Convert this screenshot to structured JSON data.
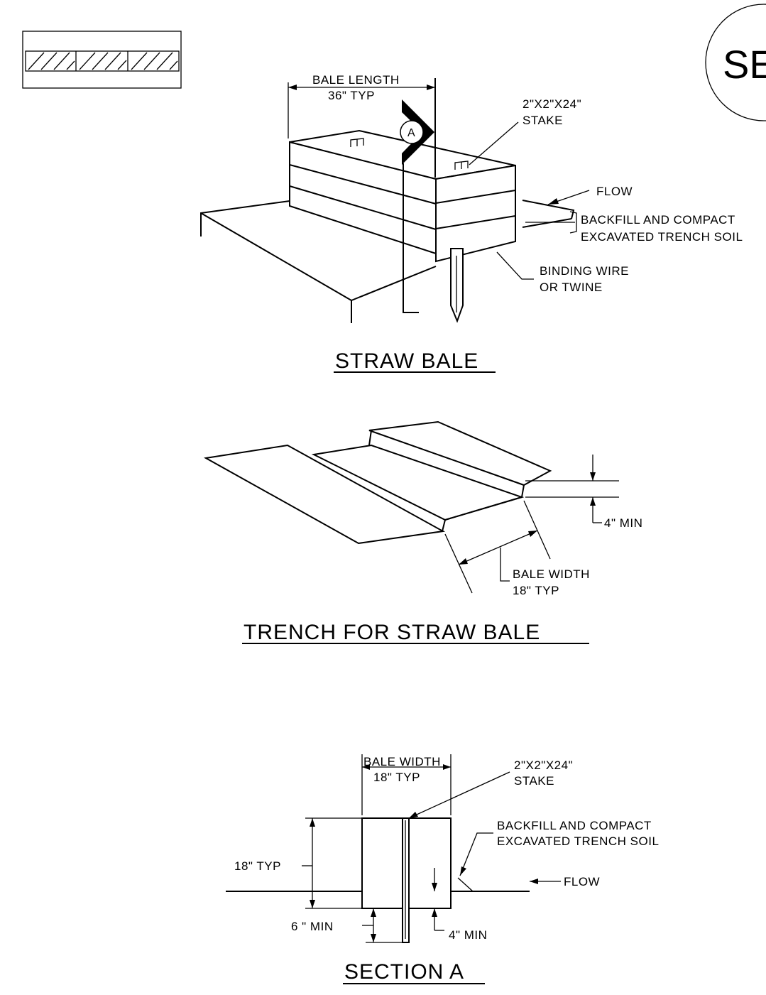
{
  "badge": {
    "text": "SE"
  },
  "straw_bale": {
    "title": "STRAW BALE",
    "bale_length": {
      "line1": "BALE LENGTH",
      "line2": "36\" TYP"
    },
    "section_marker": "A",
    "stake": {
      "line1": "2\"X2\"X24\"",
      "line2": "STAKE"
    },
    "flow": "FLOW",
    "backfill": {
      "line1": "BACKFILL AND COMPACT",
      "line2": "EXCAVATED TRENCH SOIL"
    },
    "binding": {
      "line1": "BINDING WIRE",
      "line2": "OR TWINE"
    }
  },
  "trench": {
    "title": "TRENCH FOR STRAW BALE",
    "depth": "4\" MIN",
    "bale_width": {
      "line1": "BALE WIDTH",
      "line2": "18\" TYP"
    }
  },
  "section_a": {
    "title": "SECTION A",
    "bale_width": {
      "line1": "BALE WIDTH",
      "line2": "18\" TYP"
    },
    "stake": {
      "line1": "2\"X2\"X24\"",
      "line2": "STAKE"
    },
    "backfill": {
      "line1": "BACKFILL AND COMPACT",
      "line2": "EXCAVATED TRENCH SOIL"
    },
    "height": "18\" TYP",
    "flow": "FLOW",
    "embed": "6 \" MIN",
    "trench_depth": "4\" MIN"
  }
}
